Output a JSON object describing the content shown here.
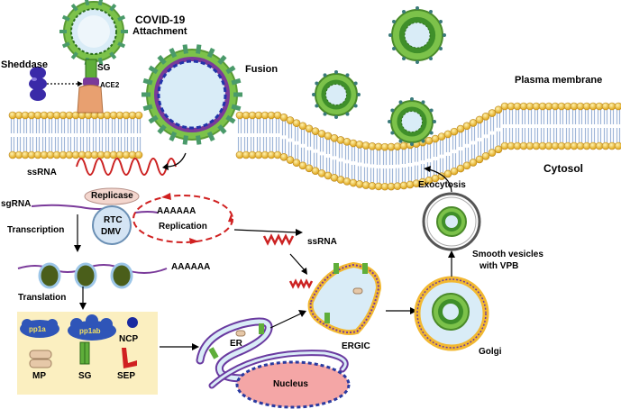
{
  "labels": {
    "covid": "COVID-19",
    "attachment": "Attachment",
    "sheddase": "Sheddase",
    "sg_top": "SG",
    "ace2": "ACE2",
    "fusion": "Fusion",
    "plasma_membrane": "Plasma membrane",
    "cytosol": "Cytosol",
    "ssrna_top": "ssRNA",
    "sgrna": "sgRNA",
    "replicase": "Replicase",
    "rtc": "RTC",
    "dmv": "DMV",
    "aaaaaa1": "AAAAAA",
    "replication": "Replication",
    "transcription": "Transcription",
    "aaaaaa2": "AAAAAA",
    "ssrna_mid": "ssRNA",
    "translation": "Translation",
    "pp1a": "pp1a",
    "pp1ab": "pp1ab",
    "ncp": "NCP",
    "mp": "MP",
    "sg_box": "SG",
    "sep": "SEP",
    "er": "ER",
    "nucleus": "Nucleus",
    "ergic": "ERGIC",
    "golgi": "Golgi",
    "exocytosis": "Exocytosis",
    "smooth1": "Smooth vesicles",
    "smooth2": "with VPB"
  },
  "colors": {
    "membrane_head": "#f2c53d",
    "membrane_tail": "#dde8f8",
    "virus_green": "#7cc24a",
    "virus_purple": "#7a3a9a",
    "rna_red": "#cc2222",
    "nucleus": "#f4a6a6",
    "box_bg": "#fbefc0",
    "er_purple": "#6a3aa0"
  }
}
